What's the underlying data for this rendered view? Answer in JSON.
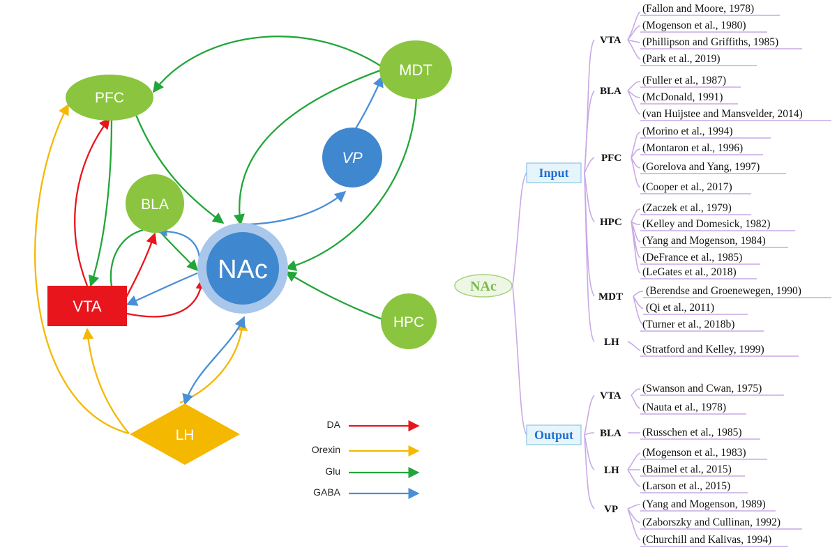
{
  "diagram": {
    "nodes": {
      "pfc": "PFC",
      "mdt": "MDT",
      "vp": "VP",
      "bla": "BLA",
      "nac": "NAc",
      "vta": "VTA",
      "hpc": "HPC",
      "lh": "LH"
    },
    "colors": {
      "glu": "#22a63a",
      "da": "#e8161c",
      "orexin": "#f5b800",
      "gaba": "#4a8fd6",
      "green_node": "#8bc53f",
      "blue_node": "#3f87cf",
      "vta_node": "#e8161c",
      "lh_node": "#f5b800"
    },
    "legend": [
      {
        "label": "DA",
        "color": "#e8161c"
      },
      {
        "label": "Orexin",
        "color": "#f5b800"
      },
      {
        "label": "Glu",
        "color": "#22a63a"
      },
      {
        "label": "GABA",
        "color": "#4a8fd6"
      }
    ]
  },
  "tree": {
    "root": "NAc",
    "input": {
      "label": "Input",
      "groups": [
        {
          "region": "VTA",
          "refs": [
            "(Fallon and Moore, 1978)",
            "(Mogenson et al., 1980)",
            "(Phillipson and Griffiths, 1985)",
            "(Park et al., 2019)"
          ]
        },
        {
          "region": "BLA",
          "refs": [
            "(Fuller et al., 1987)",
            "(McDonald, 1991)",
            "(van Huijstee and Mansvelder, 2014)"
          ]
        },
        {
          "region": "PFC",
          "refs": [
            "(Morino et al., 1994)",
            "(Montaron et al., 1996)",
            "(Gorelova and Yang, 1997)",
            "(Cooper et al., 2017)"
          ]
        },
        {
          "region": "HPC",
          "refs": [
            "(Zaczek et al., 1979)",
            "(Kelley and Domesick, 1982)",
            "(Yang and Mogenson, 1984)",
            "(DeFrance et al., 1985)",
            "(LeGates et al., 2018)"
          ]
        },
        {
          "region": "MDT",
          "refs": [
            "(Berendse and Groenewegen, 1990)",
            "(Qi et al., 2011)",
            "(Turner et al., 2018b)"
          ]
        },
        {
          "region": "LH",
          "refs": [
            "(Stratford and Kelley, 1999)"
          ]
        }
      ]
    },
    "output": {
      "label": "Output",
      "groups": [
        {
          "region": "VTA",
          "refs": [
            "(Swanson and Cwan, 1975)",
            "(Nauta et al., 1978)"
          ]
        },
        {
          "region": "BLA",
          "refs": [
            "(Russchen et al., 1985)"
          ]
        },
        {
          "region": "LH",
          "refs": [
            "(Mogenson et al., 1983)",
            "(Baimel et al., 2015)",
            "(Larson et al., 2015)"
          ]
        },
        {
          "region": "VP",
          "refs": [
            "(Yang and Mogenson, 1989)",
            "(Zaborszky and Cullinan, 1992)",
            "(Churchill and Kalivas, 1994)"
          ]
        }
      ]
    }
  }
}
